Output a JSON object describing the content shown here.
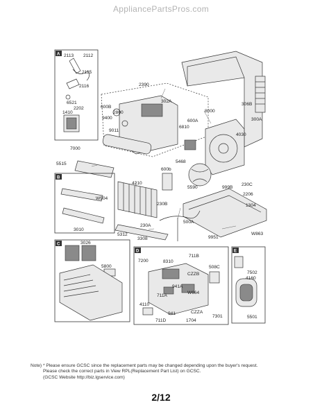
{
  "header": {
    "watermark": "AppliancePartsPros.com"
  },
  "sections": [
    "A",
    "B",
    "C",
    "D",
    "E"
  ],
  "part_labels": {
    "p2113": "2113",
    "p2112": "2112",
    "p2115": "2115",
    "p2116": "2116",
    "p6521": "6521",
    "p1410": "1410",
    "p2202": "2202",
    "p2390": "2390",
    "p302A": "302A",
    "p600B": "600B",
    "p2800": "2800",
    "p9400": "9400",
    "p9011": "9011",
    "p8000": "8000",
    "p306B": "306B",
    "p600A": "600A",
    "p6810": "6810",
    "p4030": "4030",
    "p300A": "300A",
    "p7000": "7000",
    "p5515": "5515",
    "p5468": "5468",
    "p600b2": "600b",
    "p5590": "5590",
    "p999B": "999B",
    "p230C": "230C",
    "p2206": "2206",
    "p1304": "1304",
    "p4210": "4210",
    "pW504": "W504",
    "p230B": "230B",
    "p500A": "500A",
    "p3010": "3010",
    "p230A": "230A",
    "pW863": "W863",
    "p3308": "3308",
    "p5312": "5312",
    "p9951": "9951",
    "p3026": "3026",
    "p5800": "5800",
    "p7200": "7200",
    "p8310": "8310",
    "p711B": "711B",
    "p508C": "508C",
    "pCZZB": "CZZB",
    "p941A": "941A",
    "pW664": "W664",
    "p711A": "711A",
    "p4110": "4110",
    "p941": "941",
    "pCZZA": "CZZA",
    "p711D": "711D",
    "p1704": "1704",
    "p7301": "7301",
    "p7502": "7502",
    "p4160": "4160",
    "p5501": "5501"
  },
  "note": {
    "line1": "Note) * Please ensure GCSC since the replacement parts may be changed depending upon the buyer's request.",
    "line2": "Please check the correct parts in View RPL(Replacement Part List) on GCSC.",
    "line3": "(GCSC Website  http://biz.lgservice.com)"
  },
  "footer": {
    "page": "2/12"
  }
}
